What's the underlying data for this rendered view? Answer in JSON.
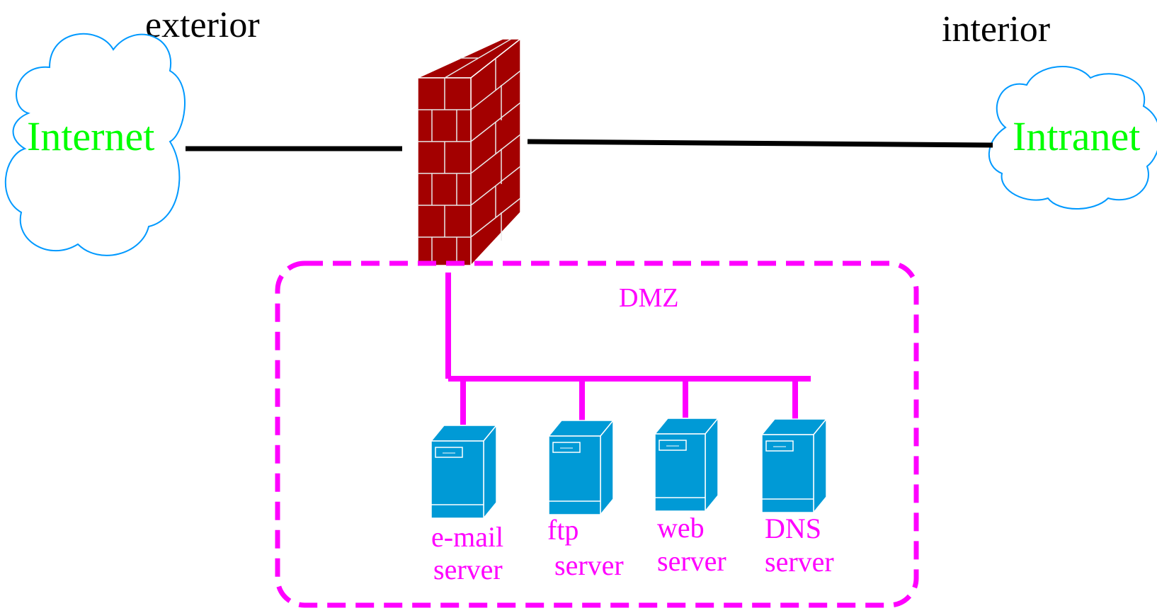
{
  "zones": {
    "exterior": "exterior",
    "interior": "interior"
  },
  "networks": {
    "internet": "Internet",
    "intranet": "Intranet"
  },
  "dmz": {
    "label": "DMZ",
    "servers": [
      {
        "line1": "e-mail",
        "line2": "server"
      },
      {
        "line1": "ftp",
        "line2": "server"
      },
      {
        "line1": "web",
        "line2": "server"
      },
      {
        "line1": "DNS",
        "line2": "server"
      }
    ]
  },
  "colors": {
    "network_label": "#00ff00",
    "dmz": "#ff00ff",
    "cloud_outline": "#0099ff",
    "firewall_brick": "#a30000",
    "server_body": "#009ad6",
    "link_line": "#000000"
  },
  "icons": {
    "firewall": "brick-firewall-icon",
    "server": "server-tower-icon",
    "cloud": "cloud-icon"
  }
}
